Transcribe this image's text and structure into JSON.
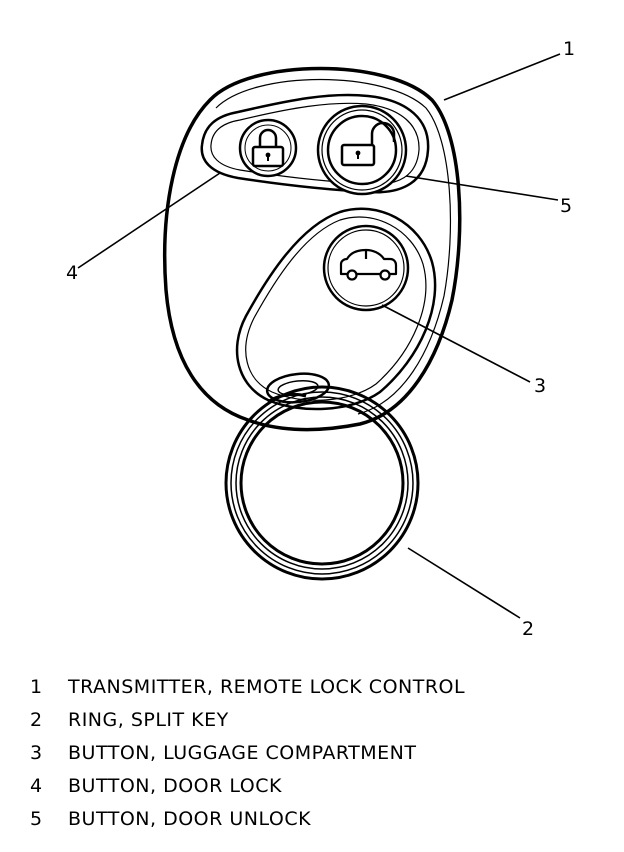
{
  "diagram": {
    "callouts": {
      "transmitter": "1",
      "ring": "2",
      "luggage_button": "3",
      "lock_button": "4",
      "unlock_button": "5"
    }
  },
  "legend": {
    "items": [
      {
        "num": "1",
        "text": "TRANSMITTER, REMOTE LOCK CONTROL"
      },
      {
        "num": "2",
        "text": "RING, SPLIT KEY"
      },
      {
        "num": "3",
        "text": "BUTTON, LUGGAGE COMPARTMENT"
      },
      {
        "num": "4",
        "text": "BUTTON, DOOR LOCK"
      },
      {
        "num": "5",
        "text": "BUTTON, DOOR UNLOCK"
      }
    ]
  }
}
